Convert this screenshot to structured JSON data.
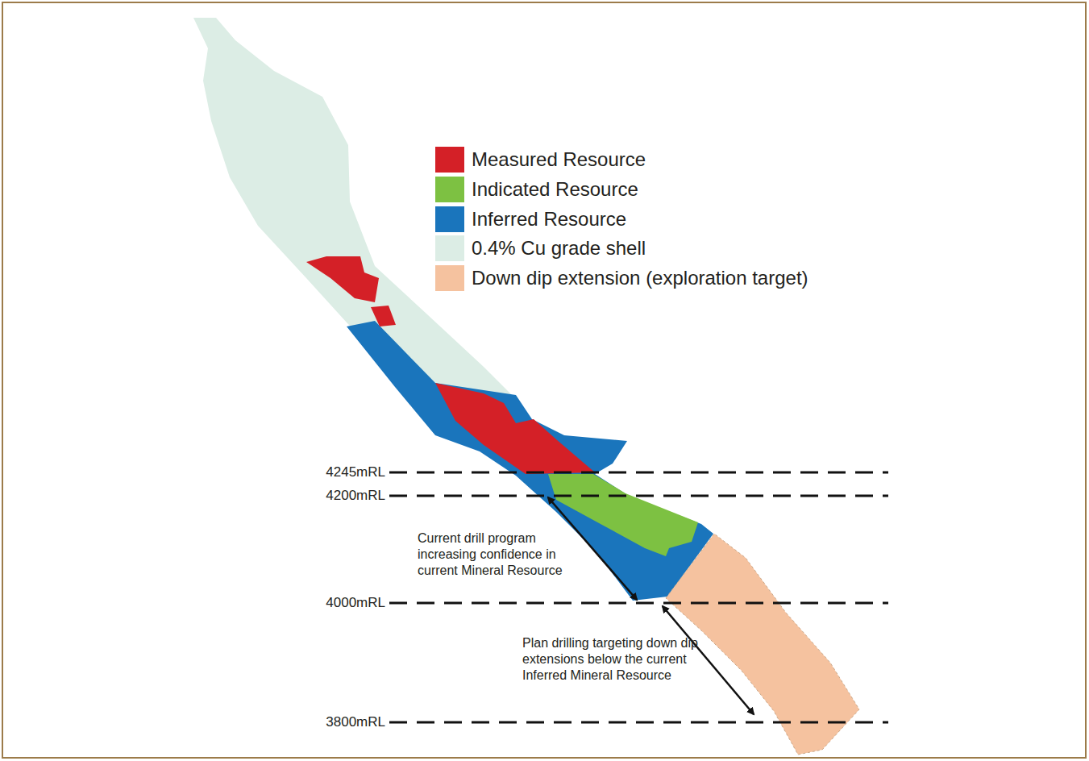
{
  "diagram": {
    "labels": [
      "4245mRL",
      "4200mRL",
      "4000mRL",
      "3800mRL",
      "Current drill program increasing confidence in current Mineral Resource",
      "Plan drilling targeting down dip extensions below the current Inferred Mineral Resource"
    ],
    "legend": [
      {
        "text": "Measured Resource",
        "color": "#d42027"
      },
      {
        "text": "Indicated Resource",
        "color": "#7dc142"
      },
      {
        "text": "Inferred Resource",
        "color": "#1a75bc"
      },
      {
        "text": "0.4% Cu grade shell",
        "color": "#dcede5"
      },
      {
        "text": "Down dip extension (exploration target)",
        "color": "#f5c29f"
      }
    ]
  }
}
